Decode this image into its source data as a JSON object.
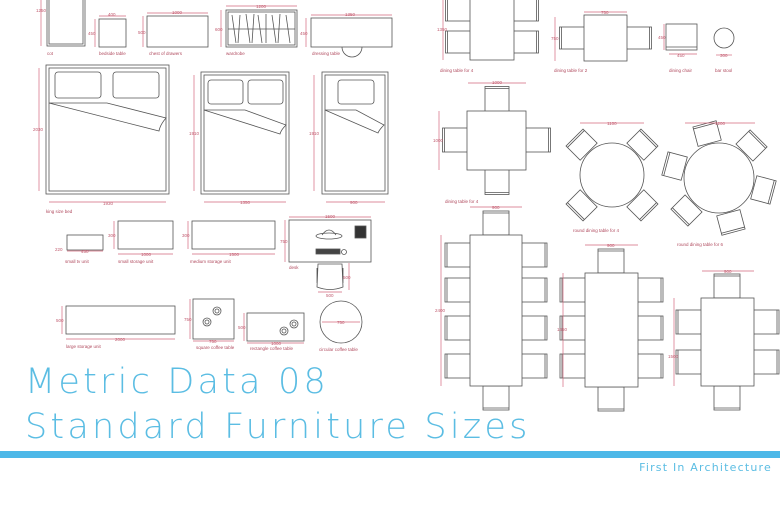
{
  "title": {
    "line1": "Metric Data 08",
    "line2": "Standard Furniture Sizes"
  },
  "brand": "First In Architecture",
  "colors": {
    "accent": "#4db8e8",
    "dimension": "#d46a7e",
    "linework": "#555555"
  },
  "items": {
    "cot": {
      "label": "cot",
      "dims": [
        "1250"
      ]
    },
    "bedside_table": {
      "label": "bedside table",
      "dims": [
        "400",
        "450"
      ]
    },
    "chest_of_drawers": {
      "label": "chest of drawers",
      "dims": [
        "1000",
        "500"
      ]
    },
    "wardrobe": {
      "label": "wardrobe",
      "dims": [
        "1200",
        "600"
      ]
    },
    "dressing_table": {
      "label": "dressing table",
      "dims": [
        "1350",
        "450"
      ]
    },
    "king_bed": {
      "label": "king size bed",
      "dims": [
        "2030",
        "1930"
      ]
    },
    "double_bed": {
      "dims": [
        "1910",
        "1350"
      ]
    },
    "single_bed": {
      "dims": [
        "1910",
        "900"
      ]
    },
    "small_tv_unit": {
      "label": "small tv unit",
      "dims": [
        "220",
        "450"
      ]
    },
    "small_storage_unit": {
      "label": "small storage unit",
      "dims": [
        "300",
        "1000"
      ]
    },
    "medium_storage_unit": {
      "label": "medium storage unit",
      "dims": [
        "300",
        "1500"
      ]
    },
    "desk": {
      "label": "desk",
      "dims": [
        "1500",
        "750",
        "500",
        "500"
      ]
    },
    "large_storage_unit": {
      "label": "large storage unit",
      "dims": [
        "500",
        "2000"
      ]
    },
    "square_coffee_table": {
      "label": "square coffee table",
      "dims": [
        "750",
        "750"
      ]
    },
    "rectangle_coffee_table": {
      "label": "rectangle coffee table",
      "dims": [
        "500",
        "1000"
      ]
    },
    "circular_coffee_table": {
      "label": "circular coffee table",
      "dims": [
        "750"
      ]
    },
    "dining_table_4_rect": {
      "label": "dining table for 4",
      "dims": [
        "1350"
      ]
    },
    "dining_table_2": {
      "label": "dining table for 2",
      "dims": [
        "750",
        "750"
      ]
    },
    "dining_chair": {
      "label": "dining chair",
      "dims": [
        "450",
        "450"
      ]
    },
    "bar_stool": {
      "label": "bar stool",
      "dims": [
        "300"
      ]
    },
    "dining_table_4_square": {
      "label": "dining table for 4",
      "dims": [
        "1000",
        "1000"
      ]
    },
    "round_table_4": {
      "label": "round dining table for 4",
      "dims": [
        "1100"
      ]
    },
    "round_table_6": {
      "label": "round dining table for 6",
      "dims": [
        "1200"
      ]
    },
    "table_10": {
      "dims": [
        "900",
        "2400"
      ]
    },
    "table_8": {
      "dims": [
        "900",
        "1650"
      ]
    },
    "table_6": {
      "dims": [
        "900",
        "1500"
      ]
    }
  }
}
